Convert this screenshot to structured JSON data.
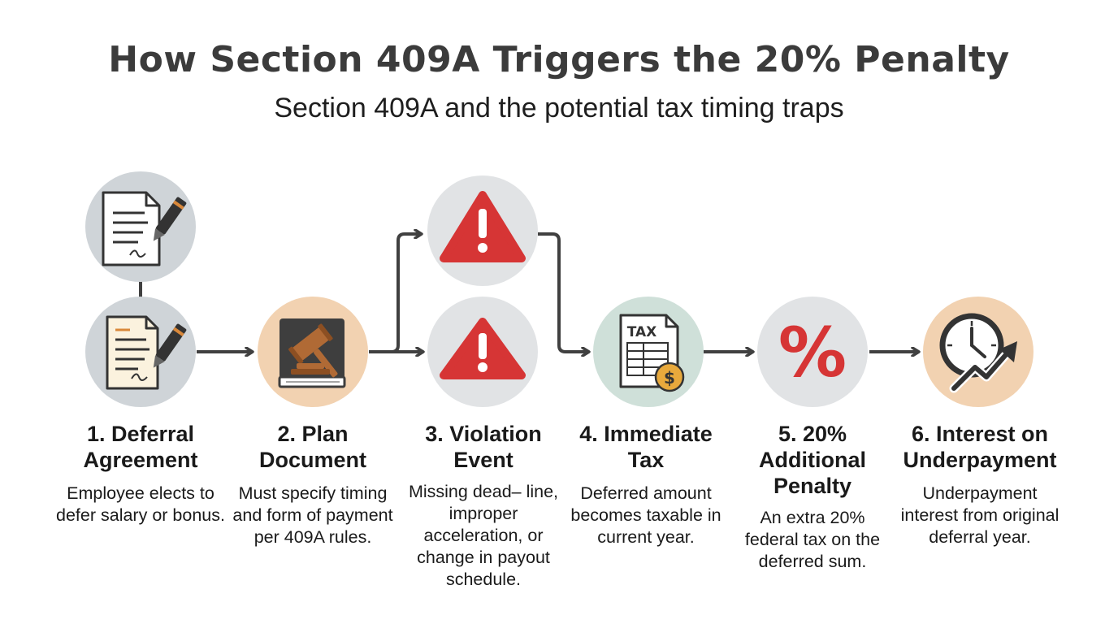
{
  "header": {
    "title": "How Section 409A Triggers the 20% Penalty",
    "subtitle": "Section 409A and the potential tax timing traps"
  },
  "steps": [
    {
      "title": "1. Deferral Agreement",
      "desc": "Employee elects to defer salary or bonus.",
      "icon": "signed-document-icon",
      "circle_color": "#cfd4d8"
    },
    {
      "title": "2. Plan Document",
      "desc": "Must specify timing and form of payment per 409A rules.",
      "icon": "gavel-book-icon",
      "circle_color": "#f2d2b1"
    },
    {
      "title": "3. Violation Event",
      "desc": "Missing dead– line, improper acceleration, or change in payout schedule.",
      "icon": "warning-icon",
      "circle_color": "#e1e3e5"
    },
    {
      "title": "4. Immediate Tax",
      "desc": "Deferred amount becomes taxable in current year.",
      "icon": "tax-form-icon",
      "circle_color": "#cfe0d9"
    },
    {
      "title": "5. 20% Additional Penalty",
      "desc": "An extra 20% federal tax on the deferred sum.",
      "icon": "percent-icon",
      "circle_color": "#e1e3e5"
    },
    {
      "title": "6. Interest on Underpayment",
      "desc": "Underpayment interest from original deferral year.",
      "icon": "clock-rising-icon",
      "circle_color": "#f2d2b1"
    }
  ],
  "icon_labels": {
    "tax": "TAX",
    "percent": "%",
    "dollar": "$"
  },
  "colors": {
    "warning_red": "#d63535",
    "arrow": "#404040",
    "accent_orange": "#f2d2b1"
  }
}
